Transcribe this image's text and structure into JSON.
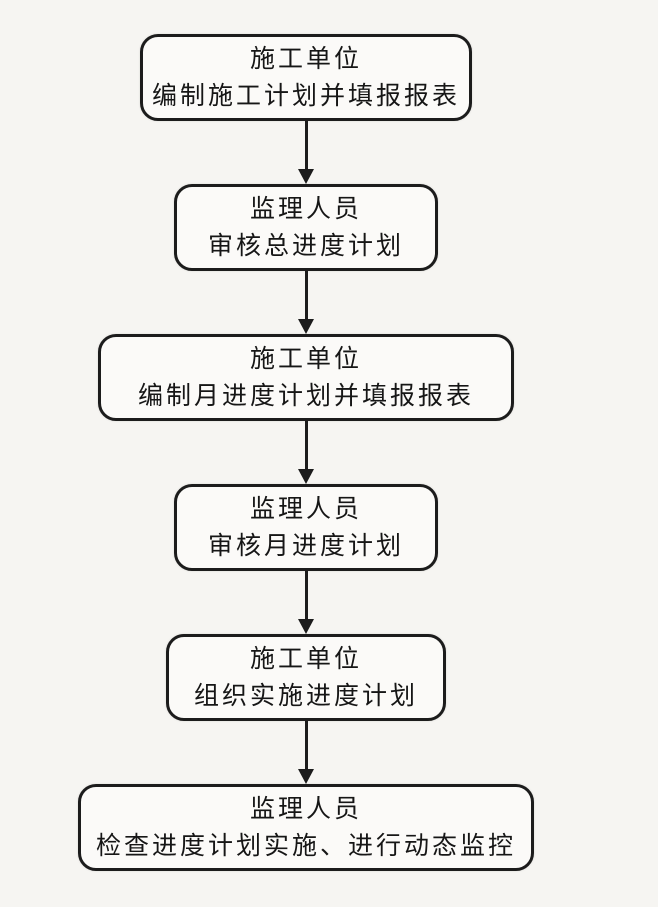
{
  "flowchart": {
    "type": "vertical-process-flow",
    "colors": {
      "background": "#f6f5f2",
      "node_border": "#1c1c1c",
      "node_fill": "#fbfaf8",
      "text": "#161616",
      "arrow": "#1c1c1c"
    },
    "connector": "down-arrow",
    "nodes": [
      {
        "actor": "施工单位",
        "action": "编制施工计划并填报报表"
      },
      {
        "actor": "监理人员",
        "action": "审核总进度计划"
      },
      {
        "actor": "施工单位",
        "action": "编制月进度计划并填报报表"
      },
      {
        "actor": "监理人员",
        "action": "审核月进度计划"
      },
      {
        "actor": "施工单位",
        "action": "组织实施进度计划"
      },
      {
        "actor": "监理人员",
        "action": "检查进度计划实施、进行动态监控"
      }
    ]
  }
}
